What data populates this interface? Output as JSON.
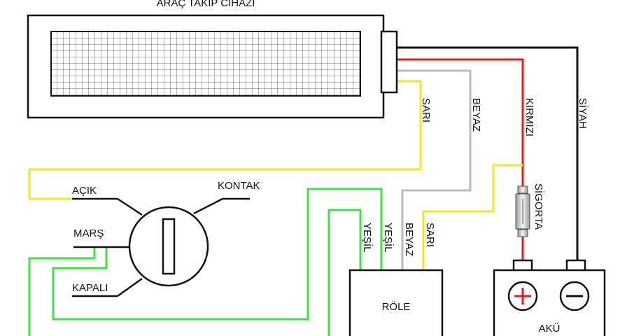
{
  "title": "ARAÇ TAKİP CİHAZI",
  "wires": {
    "sari": "SARI",
    "beyaz": "BEYAZ",
    "kirmizi": "KIRMIZI",
    "siyah": "SİYAH"
  },
  "switch": {
    "acik": "AÇIK",
    "kontak": "KONTAK",
    "mars": "MARŞ",
    "kapali": "KAPALI"
  },
  "relay": {
    "label": "RÖLE",
    "pin_yesil_1": "YEŞİL",
    "pin_yesil_2": "YEŞİL",
    "pin_beyaz": "BEYAZ",
    "pin_sari": "SARI"
  },
  "fuse": {
    "label": "SİGORTA"
  },
  "battery": {
    "label": "AKÜ",
    "plus": "+",
    "minus": "−"
  },
  "colors": {
    "yellow": "#f2e52a",
    "white": "#b9bdbd",
    "red": "#e01e1e",
    "black": "#111111",
    "green": "#3fe23f"
  }
}
